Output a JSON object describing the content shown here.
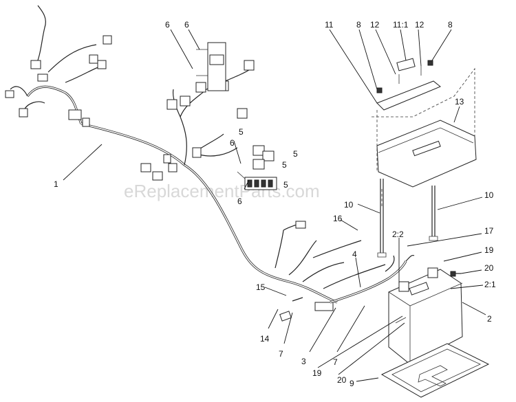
{
  "watermark": "eReplacementParts.com",
  "callouts": [
    {
      "id": "c-1",
      "label": "1"
    },
    {
      "id": "c-6a",
      "label": "6"
    },
    {
      "id": "c-6b",
      "label": "6"
    },
    {
      "id": "c-6c",
      "label": "6"
    },
    {
      "id": "c-6d",
      "label": "6"
    },
    {
      "id": "c-5a",
      "label": "5"
    },
    {
      "id": "c-5b",
      "label": "5"
    },
    {
      "id": "c-5c",
      "label": "5"
    },
    {
      "id": "c-5d",
      "label": "5"
    },
    {
      "id": "c-11",
      "label": "11"
    },
    {
      "id": "c-8a",
      "label": "8"
    },
    {
      "id": "c-12a",
      "label": "12"
    },
    {
      "id": "c-11-1",
      "label": "11:1"
    },
    {
      "id": "c-12b",
      "label": "12"
    },
    {
      "id": "c-8b",
      "label": "8"
    },
    {
      "id": "c-13",
      "label": "13"
    },
    {
      "id": "c-10a",
      "label": "10"
    },
    {
      "id": "c-10b",
      "label": "10"
    },
    {
      "id": "c-16",
      "label": "16"
    },
    {
      "id": "c-17",
      "label": "17"
    },
    {
      "id": "c-2-2",
      "label": "2:2"
    },
    {
      "id": "c-19a",
      "label": "19"
    },
    {
      "id": "c-20a",
      "label": "20"
    },
    {
      "id": "c-2-1",
      "label": "2:1"
    },
    {
      "id": "c-2",
      "label": "2"
    },
    {
      "id": "c-4",
      "label": "4"
    },
    {
      "id": "c-15",
      "label": "15"
    },
    {
      "id": "c-14",
      "label": "14"
    },
    {
      "id": "c-7a",
      "label": "7"
    },
    {
      "id": "c-3",
      "label": "3"
    },
    {
      "id": "c-7b",
      "label": "7"
    },
    {
      "id": "c-19b",
      "label": "19"
    },
    {
      "id": "c-20b",
      "label": "20"
    },
    {
      "id": "c-9",
      "label": "9"
    }
  ]
}
